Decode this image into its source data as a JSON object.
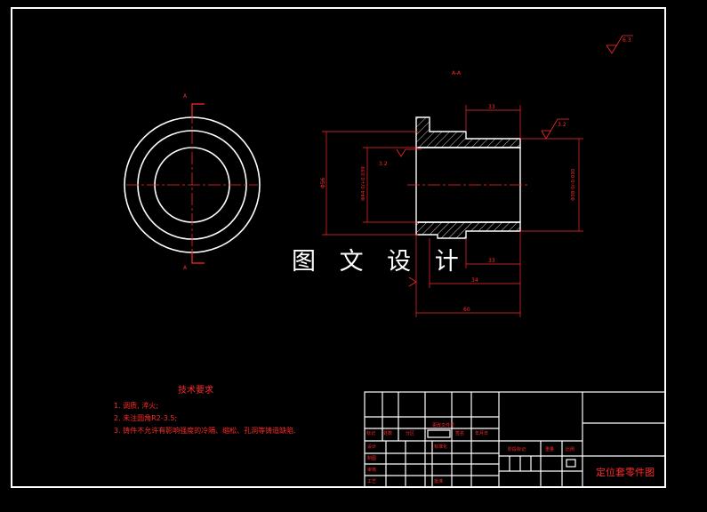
{
  "watermark": "图 文 设 计",
  "section_label": "A-A",
  "cut_marks": [
    "A",
    "A"
  ],
  "roughness": {
    "overall": "6.3",
    "outer_face": "3.2",
    "inner_bore": "3.2"
  },
  "dimensions": {
    "top_length": "33",
    "bottom_length": "33",
    "length_short": "34",
    "total_length": "60",
    "left_diameter": "Φ56",
    "bore_tolerance": "Φ44 0/+0.039",
    "outer_tolerance": "Φ38 0/-0.030"
  },
  "technical_requirements": {
    "title": "技术要求",
    "items": [
      "1. 调质, 淬火;",
      "2. 未注圆角R2-3.5;",
      "3. 铸件不允许有影响强度的冷隔、缩松、孔洞等铸造缺陷."
    ]
  },
  "title_block": {
    "part_name": "定位套零件图",
    "row_labels": [
      "设计",
      "制图",
      "审核",
      "工艺"
    ],
    "header_labels": [
      "标记",
      "处数",
      "分区",
      "更改文件号",
      "签名",
      "年月日"
    ],
    "sign_labels": [
      "标准化",
      "批准"
    ],
    "stage_labels": [
      "阶段标记",
      "重量",
      "比例"
    ]
  },
  "colors": {
    "frame": "#ffffff",
    "annotation": "#ff2a2a",
    "geometry": "#ffffff",
    "centerline": "#ff2a2a"
  }
}
